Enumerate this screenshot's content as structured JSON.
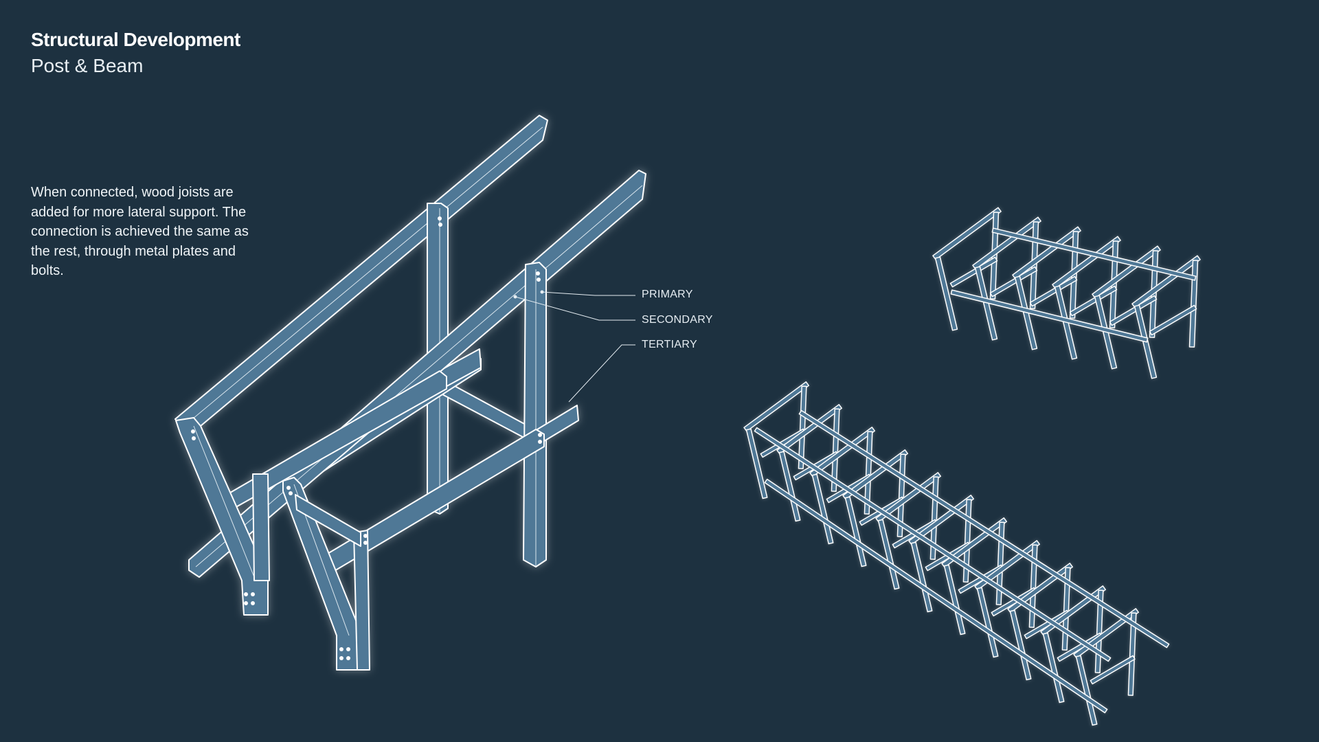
{
  "header": {
    "title": "Structural Development",
    "subtitle": "Post & Beam"
  },
  "description": "When connected, wood joists are added for more lateral support. The connection is achieved the same as the rest, through metal plates and bolts.",
  "legend": {
    "primary": "PRIMARY",
    "secondary": "SECONDARY",
    "tertiary": "TERTIARY"
  },
  "colors": {
    "background": "#1d3140",
    "member_fill": "#4f7896",
    "member_edge": "#ffffff",
    "text": "#ffffff"
  }
}
